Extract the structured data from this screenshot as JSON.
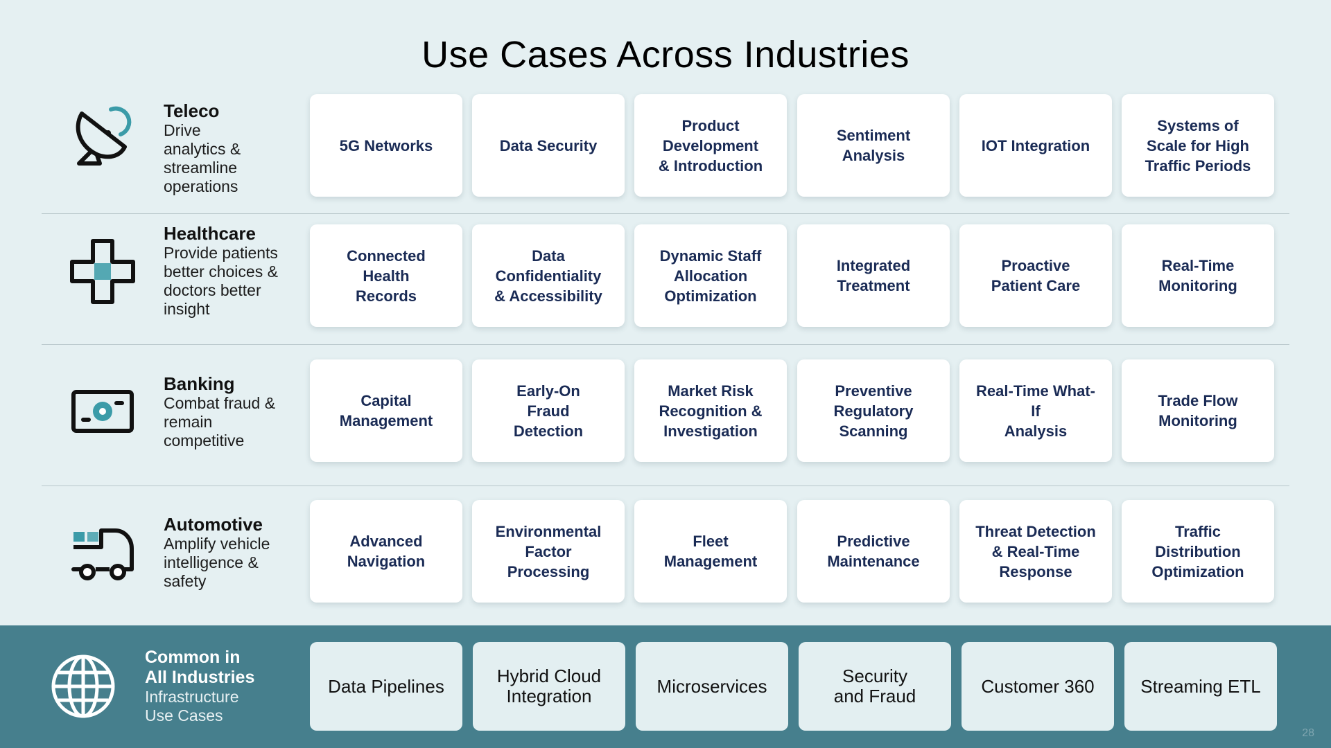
{
  "slide": {
    "title": "Use Cases Across Industries",
    "page_number": "28"
  },
  "industries": [
    {
      "name": "Teleco",
      "desc_lines": [
        "Drive",
        "analytics &",
        "streamline",
        "operations"
      ],
      "icon": "satellite-dish-icon",
      "cards": [
        [
          "5G Networks"
        ],
        [
          "Data Security"
        ],
        [
          "Product",
          "Development",
          "& Introduction"
        ],
        [
          "Sentiment",
          "Analysis"
        ],
        [
          "IOT Integration"
        ],
        [
          "Systems of",
          "Scale for High",
          "Traffic Periods"
        ]
      ]
    },
    {
      "name": "Healthcare",
      "desc_lines": [
        "Provide patients",
        "better choices &",
        "doctors better",
        "insight"
      ],
      "icon": "medical-cross-icon",
      "cards": [
        [
          "Connected",
          "Health",
          "Records"
        ],
        [
          "Data",
          "Confidentiality",
          "& Accessibility"
        ],
        [
          "Dynamic Staff",
          "Allocation",
          "Optimization"
        ],
        [
          "Integrated",
          "Treatment"
        ],
        [
          "Proactive",
          "Patient Care"
        ],
        [
          "Real-Time",
          "Monitoring"
        ]
      ]
    },
    {
      "name": "Banking",
      "desc_lines": [
        "Combat fraud &",
        "remain",
        "competitive"
      ],
      "icon": "banknote-icon",
      "cards": [
        [
          "Capital",
          "Management"
        ],
        [
          "Early-On",
          "Fraud",
          "Detection"
        ],
        [
          "Market Risk",
          "Recognition &",
          "Investigation"
        ],
        [
          "Preventive",
          "Regulatory",
          "Scanning"
        ],
        [
          "Real-Time What-",
          "If",
          "Analysis"
        ],
        [
          "Trade Flow",
          "Monitoring"
        ]
      ]
    },
    {
      "name": "Automotive",
      "desc_lines": [
        "Amplify vehicle",
        "intelligence &",
        "safety"
      ],
      "icon": "truck-icon",
      "cards": [
        [
          "Advanced",
          "Navigation"
        ],
        [
          "Environmental",
          "Factor",
          "Processing"
        ],
        [
          "Fleet",
          "Management"
        ],
        [
          "Predictive",
          "Maintenance"
        ],
        [
          "Threat Detection",
          "& Real-Time",
          "Response"
        ],
        [
          "Traffic",
          "Distribution",
          "Optimization"
        ]
      ]
    }
  ],
  "common": {
    "name_lines": [
      "Common in",
      "All Industries"
    ],
    "desc_lines": [
      "Infrastructure",
      "Use Cases"
    ],
    "icon": "globe-icon",
    "cards": [
      [
        "Data Pipelines"
      ],
      [
        "Hybrid Cloud",
        "Integration"
      ],
      [
        "Microservices"
      ],
      [
        "Security",
        "and Fraud"
      ],
      [
        "Customer 360"
      ],
      [
        "Streaming ETL"
      ]
    ]
  },
  "colors": {
    "background": "#e5f0f2",
    "footer": "#467f8d",
    "card_text": "#1a2b55",
    "accent_teal": "#3b9ba8"
  }
}
